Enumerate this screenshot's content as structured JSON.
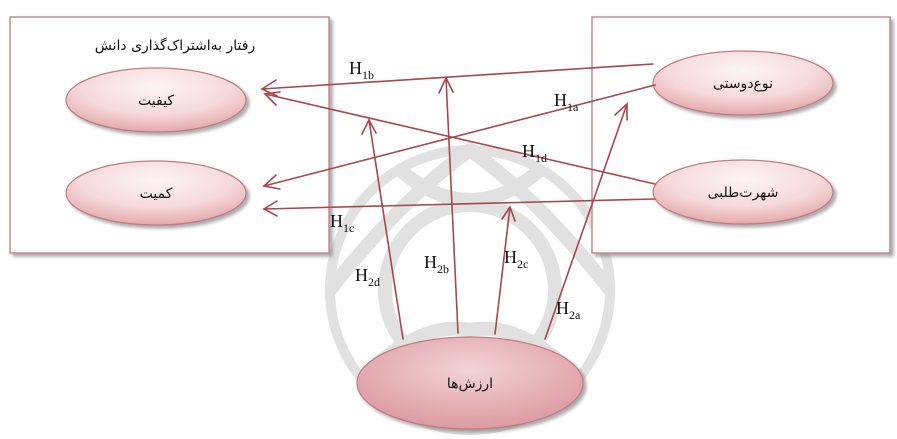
{
  "groups": {
    "left_title": "رفتار به‌اشتراک‌گذاری دانش"
  },
  "nodes": {
    "quality": "کیفیت",
    "quantity": "کمیت",
    "altruism": "نوع‌دوستی",
    "reputation": "شهرت‌طلبی",
    "values": "ارزش‌ها"
  },
  "hypotheses": {
    "h1a": {
      "main": "H",
      "sub": "1a"
    },
    "h1b": {
      "main": "H",
      "sub": "1b"
    },
    "h1c": {
      "main": "H",
      "sub": "1c"
    },
    "h1d": {
      "main": "H",
      "sub": "1d"
    },
    "h2a": {
      "main": "H",
      "sub": "2a"
    },
    "h2b": {
      "main": "H",
      "sub": "2b"
    },
    "h2c": {
      "main": "H",
      "sub": "2c"
    },
    "h2d": {
      "main": "H",
      "sub": "2d"
    }
  },
  "colors": {
    "box_border": "#c08d91",
    "box_shadow": "#8a8a8a",
    "ellipse_fill_light": "#fbeeee",
    "ellipse_fill_dark": "#e3a9ad",
    "ellipse_border": "#c07b80",
    "arrow": "#a8474c",
    "watermark": "#dedede"
  }
}
